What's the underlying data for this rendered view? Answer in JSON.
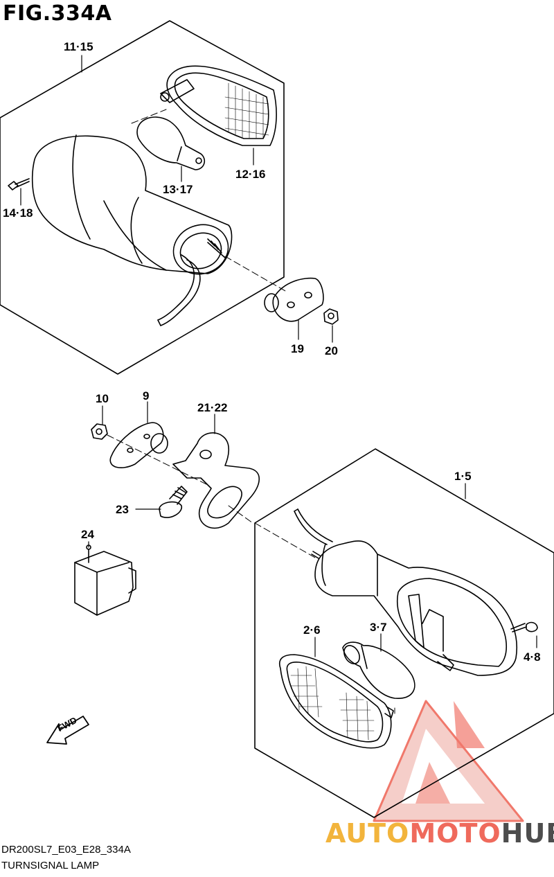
{
  "figure": {
    "title": "FIG.334A"
  },
  "parts": {
    "p11_15": "11·15",
    "p12_16": "12·16",
    "p13_17": "13·17",
    "p14_18": "14·18",
    "p19": "19",
    "p20": "20",
    "p10": "10",
    "p9": "9",
    "p21_22": "21·22",
    "p23": "23",
    "p24": "24",
    "p1_5": "1·5",
    "p2_6": "2·6",
    "p3_7": "3·7",
    "p4_8": "4·8"
  },
  "fwd_label": "FWD",
  "footer": {
    "model_code": "DR200SL7_E03_E28_334A",
    "section_name": "TURNSIGNAL LAMP"
  },
  "watermark": {
    "part1": "AUTO",
    "part2": "MOTO",
    "part3": "HUB"
  },
  "colors": {
    "line": "#000000",
    "watermark_yellow": "#f2b43c",
    "watermark_red": "#ef6a5c",
    "watermark_gray": "#4d4d4d"
  }
}
